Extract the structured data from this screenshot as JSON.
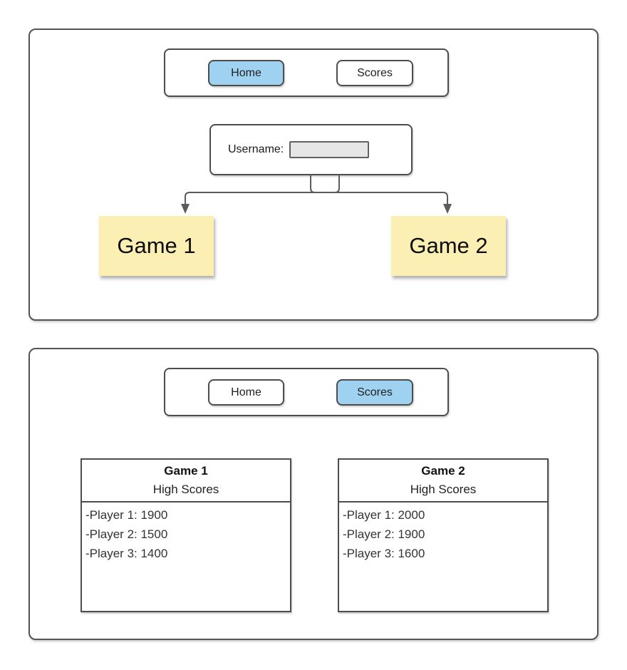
{
  "colors": {
    "active_tab_blue": "#9FD1F0",
    "sticky_note_yellow": "#FCEFB4",
    "shape_border_gray": "#4D4D4D",
    "connector_gray": "#5B5B5B",
    "input_fill_gray": "#E6E6E6"
  },
  "home_page": {
    "nav": {
      "home_label": "Home",
      "scores_label": "Scores",
      "active_tab": "Home"
    },
    "username_label": "Username:",
    "username_value": "",
    "game_links": [
      {
        "label": "Game 1"
      },
      {
        "label": "Game 2"
      }
    ]
  },
  "scores_page": {
    "nav": {
      "home_label": "Home",
      "scores_label": "Scores",
      "active_tab": "Scores"
    },
    "score_boards": [
      {
        "title": "Game 1",
        "subtitle": "High Scores",
        "entries": [
          "-Player 1: 1900",
          "-Player 2: 1500",
          "-Player 3: 1400"
        ]
      },
      {
        "title": "Game 2",
        "subtitle": "High Scores",
        "entries": [
          "-Player 1: 2000",
          "-Player 2: 1900",
          "-Player 3: 1600"
        ]
      }
    ]
  }
}
